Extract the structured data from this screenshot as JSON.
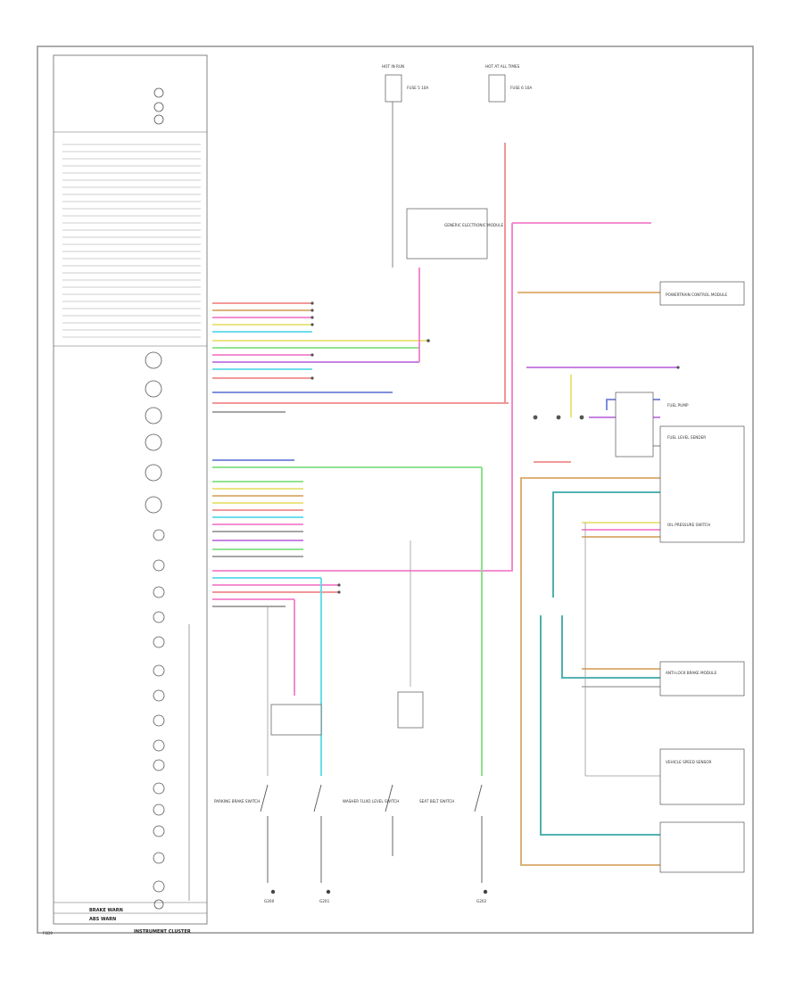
{
  "diagram": {
    "footer_left": "F6D9",
    "footer_right": "INSTRUMENT CLUSTER",
    "colors": {
      "wire_pink": "#f27ecb",
      "wire_red": "#f08a8a",
      "wire_yellow": "#e8e070",
      "wire_green": "#80e080",
      "wire_cyan": "#5ad8e8",
      "wire_teal": "#3aa8a8",
      "wire_orange": "#d8a868",
      "wire_blue": "#6e7fd8",
      "wire_violet": "#c070e0",
      "wire_gray": "#999999",
      "frame": "#8a8a8a"
    },
    "cluster_bottom_labels": [
      "BRAKE WARN",
      "ABS WARN"
    ],
    "components": {
      "fuse_left_title": "HOT IN RUN",
      "fuse_left_label": "FUSE 5 10A",
      "fuse_right_title": "HOT AT ALL TIMES",
      "fuse_right_label": "FUSE 6 10A",
      "gem_label": "GENERIC ELECTRONIC MODULE",
      "pcm_label": "POWERTRAIN CONTROL MODULE",
      "abs_label": "ANTI-LOCK BRAKE MODULE",
      "fuel_pump_label": "FUEL PUMP",
      "fuel_sender_label": "FUEL LEVEL SENDER",
      "oil_pressure_label": "OIL PRESSURE SWITCH",
      "vss_label": "VEHICLE SPEED SENSOR",
      "brake_switch_label": "PARKING BRAKE SWITCH",
      "washer_label": "WASHER FLUID LEVEL SWITCH",
      "seat_belt_label": "SEAT BELT SWITCH",
      "ground_1": "G200",
      "ground_2": "G201",
      "ground_3": "G202"
    }
  }
}
